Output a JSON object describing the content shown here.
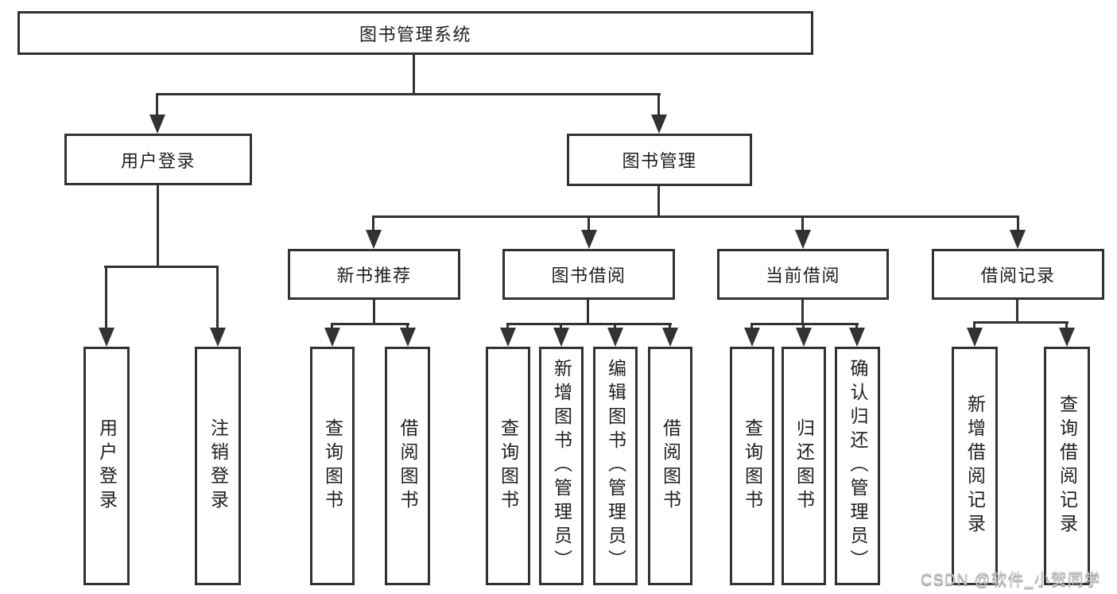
{
  "diagram": {
    "title": "图书管理系统",
    "nodes": {
      "root": "图书管理系统",
      "level2": [
        "用户登录",
        "图书管理"
      ],
      "level3": [
        "新书推荐",
        "图书借阅",
        "当前借阅",
        "借阅记录"
      ],
      "leaves": [
        "用户登录",
        "注销登录",
        "查询图书",
        "借阅图书",
        "查询图书",
        "新增图书（管理员）",
        "编辑图书（管理员）",
        "借阅图书",
        "查询图书",
        "归还图书",
        "确认归还（管理员）",
        "新增借阅记录",
        "查询借阅记录"
      ]
    },
    "colors": {
      "line": "#323232",
      "text": "#1f1f1f",
      "background": "#ffffff",
      "watermark": "#c8c8c8"
    }
  },
  "watermark": {
    "text": "CSDN @软件_小贺同学"
  }
}
